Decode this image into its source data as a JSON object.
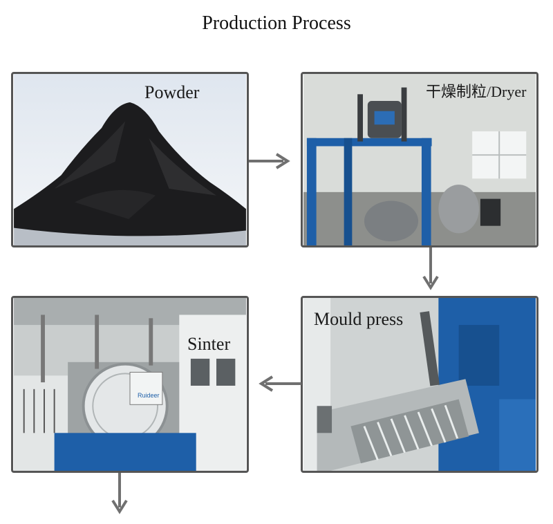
{
  "title": "Production Process",
  "steps": [
    {
      "label": "Powder"
    },
    {
      "label": "干燥制粒/Dryer"
    },
    {
      "label": "Mould press"
    },
    {
      "label": "Sinter"
    }
  ],
  "panel_brand_text": "Ruideer",
  "colors": {
    "arrow": "#707070",
    "frame": "#555555",
    "powder": "#1c1c1e",
    "machine_blue": "#1e5fa8",
    "panel_white": "#e9ecec"
  }
}
